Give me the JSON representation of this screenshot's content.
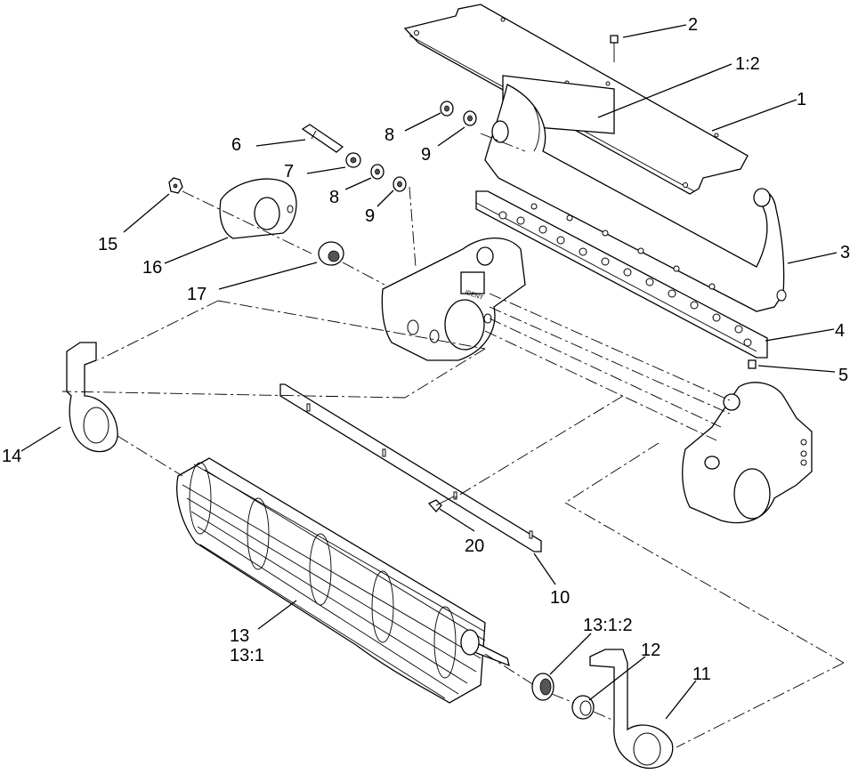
{
  "callouts": {
    "c1": "1",
    "c1_2": "1:2",
    "c2": "2",
    "c3": "3",
    "c4": "4",
    "c5": "5",
    "c6": "6",
    "c7": "7",
    "c8a": "8",
    "c8b": "8",
    "c9a": "9",
    "c9b": "9",
    "c10": "10",
    "c11": "11",
    "c12": "12",
    "c13": "13",
    "c13_1": "13:1",
    "c13_1_2": "13:1:2",
    "c14": "14",
    "c15": "15",
    "c16": "16",
    "c17": "17",
    "c20": "20"
  },
  "bracket_marking": "IDENT"
}
